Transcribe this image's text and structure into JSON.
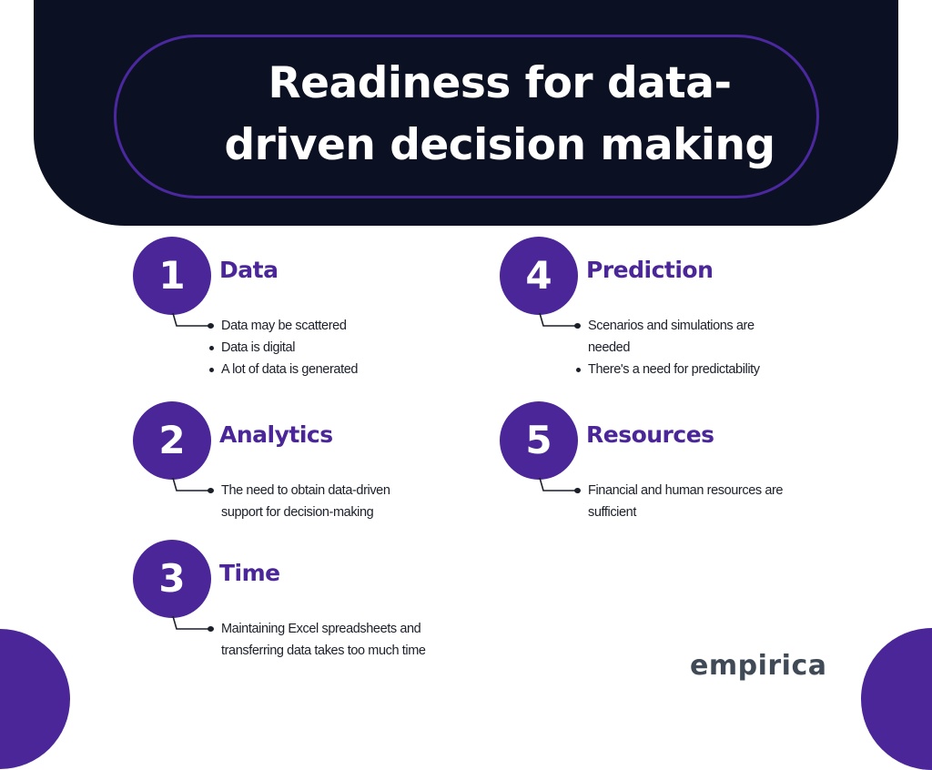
{
  "header": {
    "title_lines": [
      "Readiness for data-",
      "driven decision making"
    ],
    "background_color": "#0b1122",
    "outline_color": "#4c28a0"
  },
  "accent_color": "#4a2699",
  "items": [
    {
      "number": "1",
      "heading": "Data",
      "bullets": [
        "Data may be scattered",
        "Data is digital",
        "A lot of data is generated"
      ]
    },
    {
      "number": "2",
      "heading": "Analytics",
      "bullets": [
        "The need to obtain data-driven support for decision-making"
      ]
    },
    {
      "number": "3",
      "heading": "Time",
      "bullets": [
        "Maintaining Excel spreadsheets and transferring data takes too much time"
      ]
    },
    {
      "number": "4",
      "heading": "Prediction",
      "bullets": [
        "Scenarios and simulations are needed",
        "There's a need for predictability"
      ]
    },
    {
      "number": "5",
      "heading": "Resources",
      "bullets": [
        "Financial and human resources are sufficient"
      ]
    }
  ],
  "footer": {
    "logo_text": "empirica"
  }
}
